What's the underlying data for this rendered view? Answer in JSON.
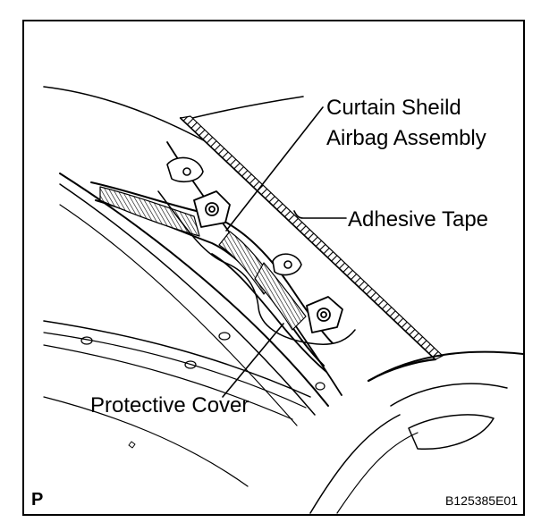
{
  "labels": {
    "curtain_line1": "Curtain Sheild",
    "curtain_line2": "Airbag Assembly",
    "adhesive_tape": "Adhesive Tape",
    "protective_cover": "Protective Cover"
  },
  "view_code": "P",
  "figure_id": "B125385E01"
}
